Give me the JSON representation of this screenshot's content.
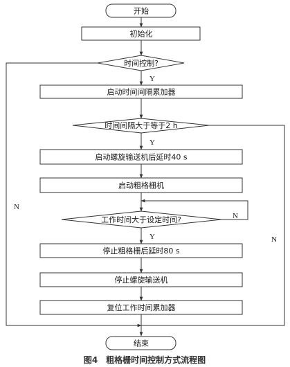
{
  "nodes": {
    "start": "开始",
    "init": "初始化",
    "decision_time_control": "时间控制?",
    "start_accumulator": "启动时间间隔累加器",
    "decision_interval": "时间间隔大于等于2 h",
    "start_screw_delay": "启动螺旋输送机后延时40 s",
    "start_grate": "启动粗格栅机",
    "decision_work_time": "工作时间大于设定时间?",
    "stop_grate_delay": "停止粗格栅后延时80 s",
    "stop_screw": "停止螺旋输送机",
    "reset_accumulator": "复位工作时间累加器",
    "end": "结束"
  },
  "edges": {
    "yes": "Y",
    "no": "N"
  },
  "caption": "图4　粗格栅时间控制方式流程图",
  "colors": {
    "stroke": "#333333",
    "text": "#1a1a1a",
    "caption": "#333333"
  }
}
